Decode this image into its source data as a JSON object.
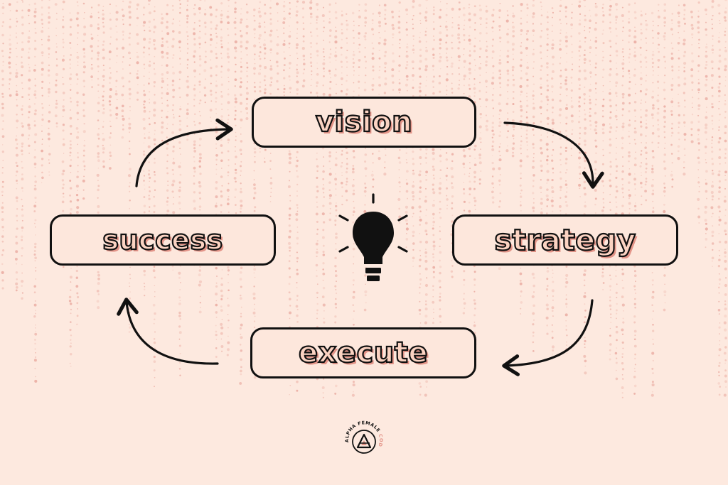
{
  "diagram": {
    "steps": {
      "vision": "vision",
      "strategy": "strategy",
      "execute": "execute",
      "success": "success"
    }
  },
  "brand": {
    "logo_text": "ALPHA FEMALE CODE"
  },
  "colors": {
    "background": "#fde9df",
    "accent_pink": "#e39488",
    "outline": "#111111"
  },
  "icons": {
    "center": "lightbulb-icon",
    "arrows": "curved-arrow-icon"
  }
}
